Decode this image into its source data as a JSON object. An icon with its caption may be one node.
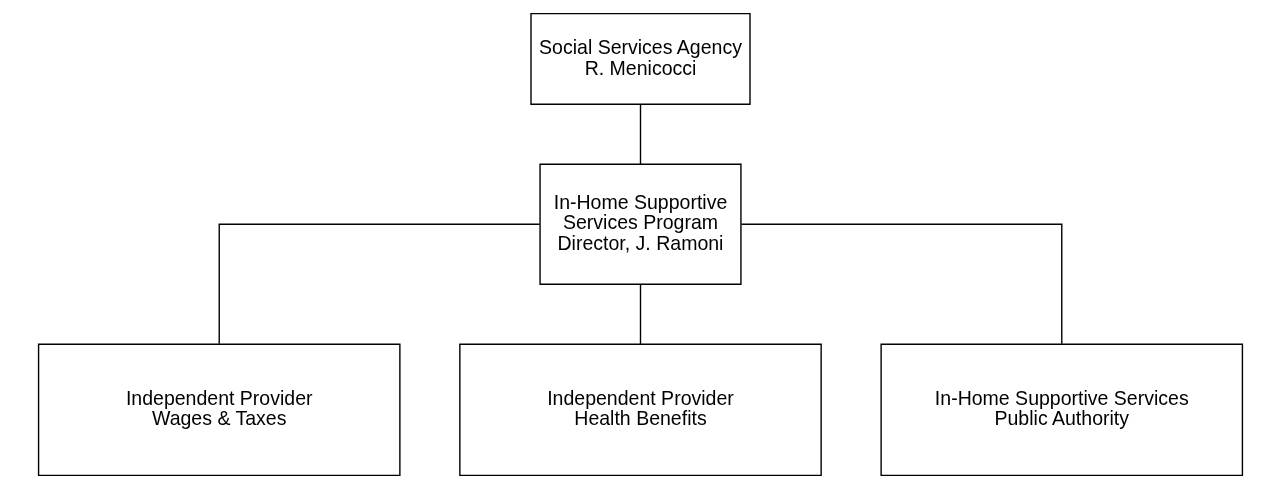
{
  "diagram": {
    "nodes": [
      {
        "text": [
          "Social Services Agency",
          "R. Menicocci"
        ]
      },
      {
        "text": [
          "In-Home Supportive Services Program",
          "Director, J. Ramoni"
        ]
      },
      {
        "text": [
          "Independent Provider Wages & Taxes"
        ]
      },
      {
        "text": [
          "Independent Provider Health Benefits"
        ]
      },
      {
        "text": [
          "In-Home Supportive Services Public Authority"
        ]
      }
    ],
    "edges": [
      {
        "from": 0,
        "to": 1,
        "arrow": "none"
      },
      {
        "from": 1,
        "to": 2,
        "arrow": "none"
      },
      {
        "from": 1,
        "to": 3,
        "arrow": "none"
      },
      {
        "from": 1,
        "to": 4,
        "arrow": "none"
      }
    ]
  }
}
